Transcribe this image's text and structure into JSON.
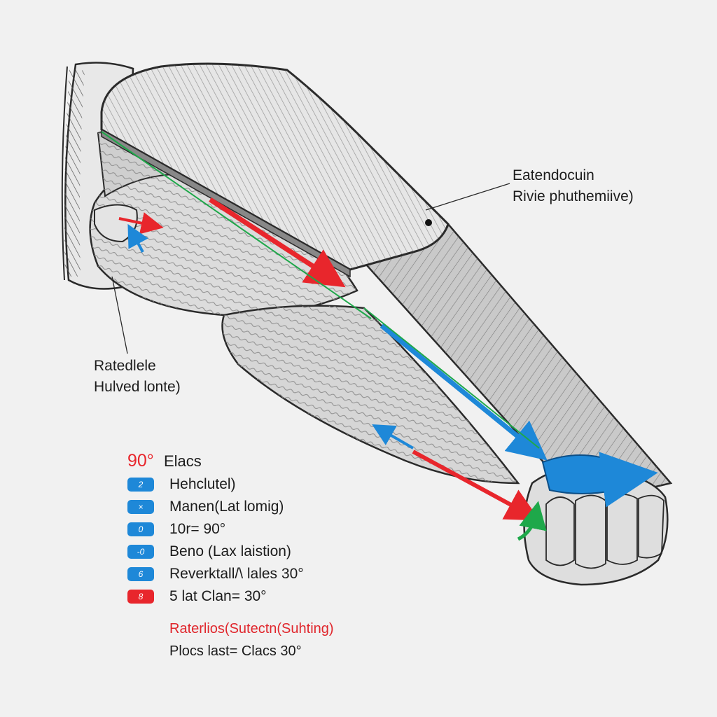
{
  "callouts": {
    "top": [
      "Eatendocuin",
      "Rivie phuthemiive)"
    ],
    "left": [
      "Ratedlele",
      "Hulved lonte)"
    ]
  },
  "legend": {
    "header_degree": "90°",
    "header_label": "Elacs",
    "items": [
      {
        "badge": "2",
        "label": "Hehclutel)",
        "color": "#1e88d8"
      },
      {
        "badge": "×",
        "label": "Manen(Lat lomig)",
        "color": "#1e88d8"
      },
      {
        "badge": "0",
        "label": "10r= 90°",
        "color": "#1e88d8"
      },
      {
        "badge": "-0",
        "label": "Beno (Lax laistion)",
        "color": "#1e88d8"
      },
      {
        "badge": "6",
        "label": "Reverktall/\\ lales 30°",
        "color": "#1e88d8"
      },
      {
        "badge": "8",
        "label": "5 lat Clan= 30°",
        "color": "#e8262c"
      }
    ]
  },
  "notes": {
    "red": "Raterlios(Sutectn(Suhting)",
    "dark": "Plocs last= Clacs 30°"
  },
  "colors": {
    "red_arrow": "#e8262c",
    "blue_arrow": "#1e88d8",
    "green_arrow": "#1ea84a",
    "line_art": "#2a2a2a",
    "background": "#f1f1f1"
  },
  "icons": [
    "red-force-arrow",
    "blue-force-arrow",
    "green-force-arrow"
  ]
}
